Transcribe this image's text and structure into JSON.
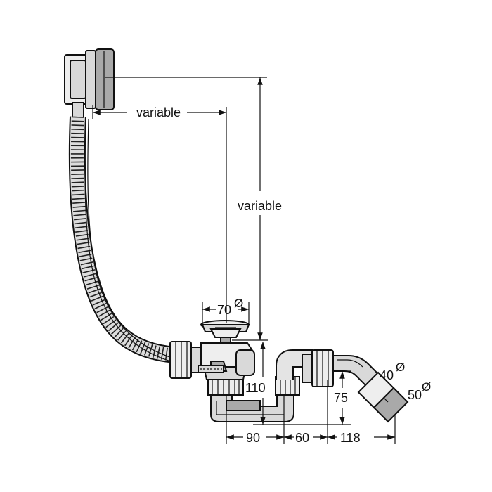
{
  "drawing": {
    "labels": {
      "variable_horizontal": "variable",
      "variable_vertical": "variable",
      "strainer_diameter": "70",
      "height_110": "110",
      "height_75": "75",
      "width_90": "90",
      "width_60": "60",
      "width_118": "118",
      "outlet_40": "40",
      "outlet_50": "50",
      "diameter_symbol": "Ø"
    }
  }
}
